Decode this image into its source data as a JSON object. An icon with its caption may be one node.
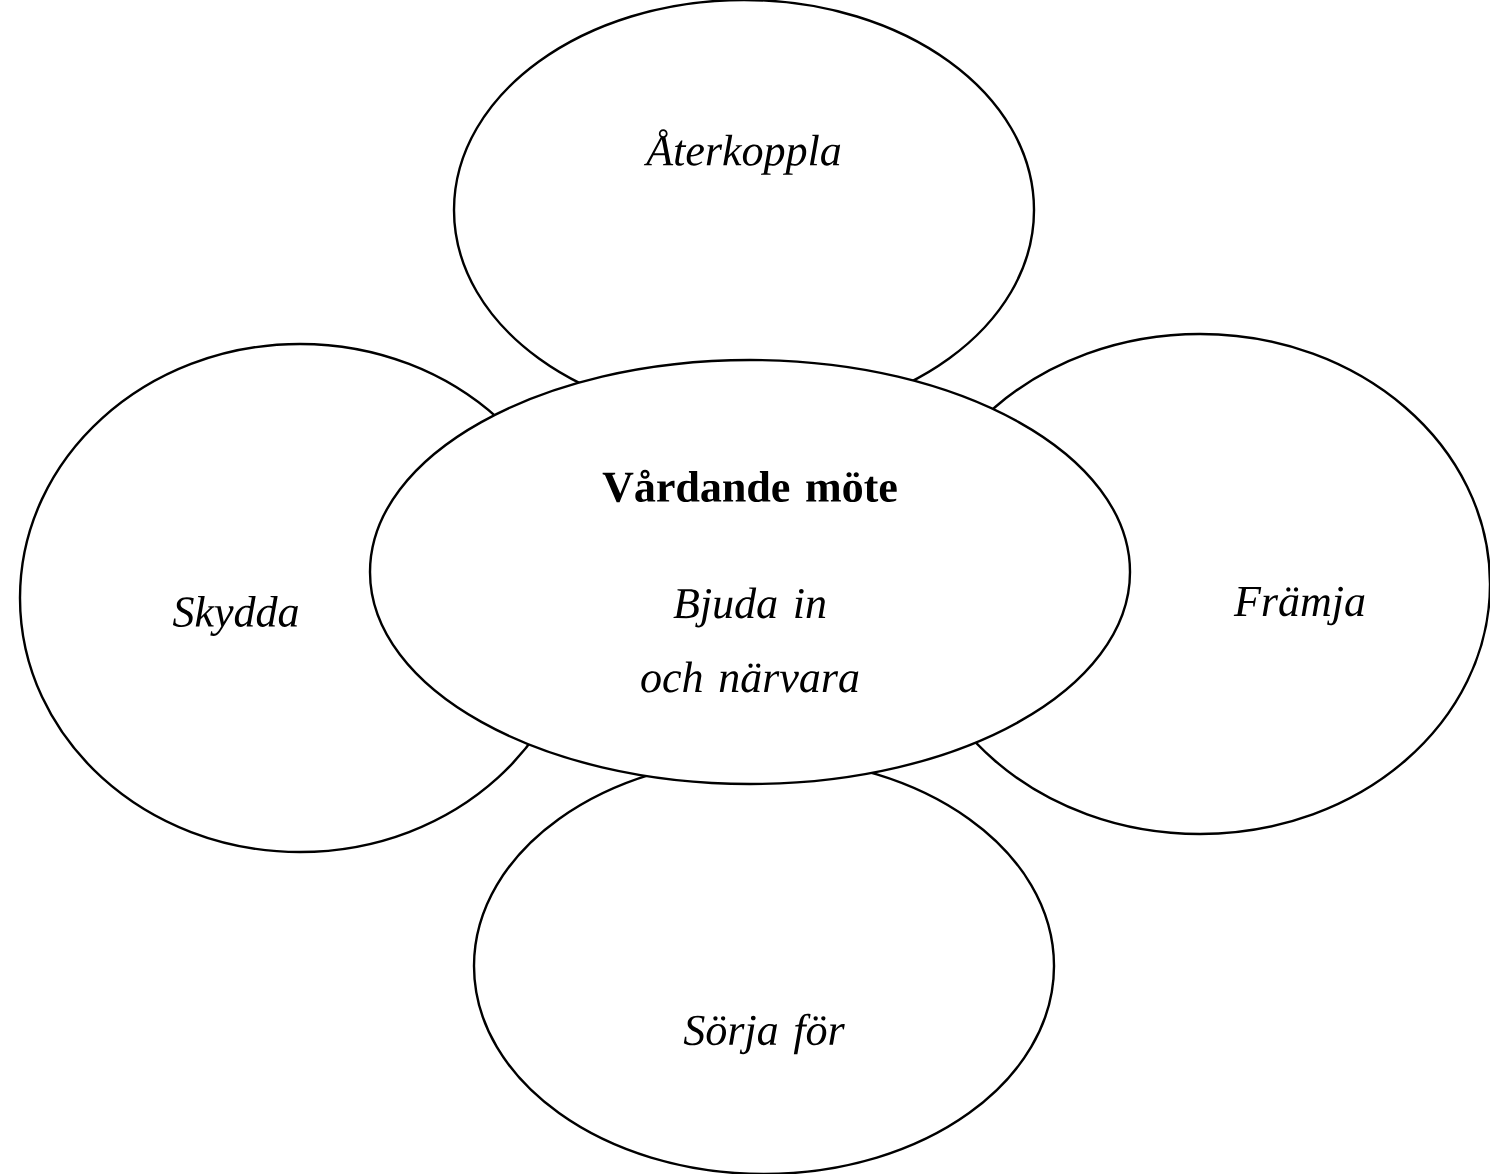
{
  "diagram": {
    "nodes": [
      {
        "text": [
          "Återkoppla"
        ]
      },
      {
        "text": [
          "Skydda"
        ]
      },
      {
        "text": [
          "Vårdande möte",
          "Bjuda in och närvara"
        ]
      },
      {
        "text": [
          "Främja"
        ]
      },
      {
        "text": [
          "Sörja för"
        ]
      }
    ]
  }
}
